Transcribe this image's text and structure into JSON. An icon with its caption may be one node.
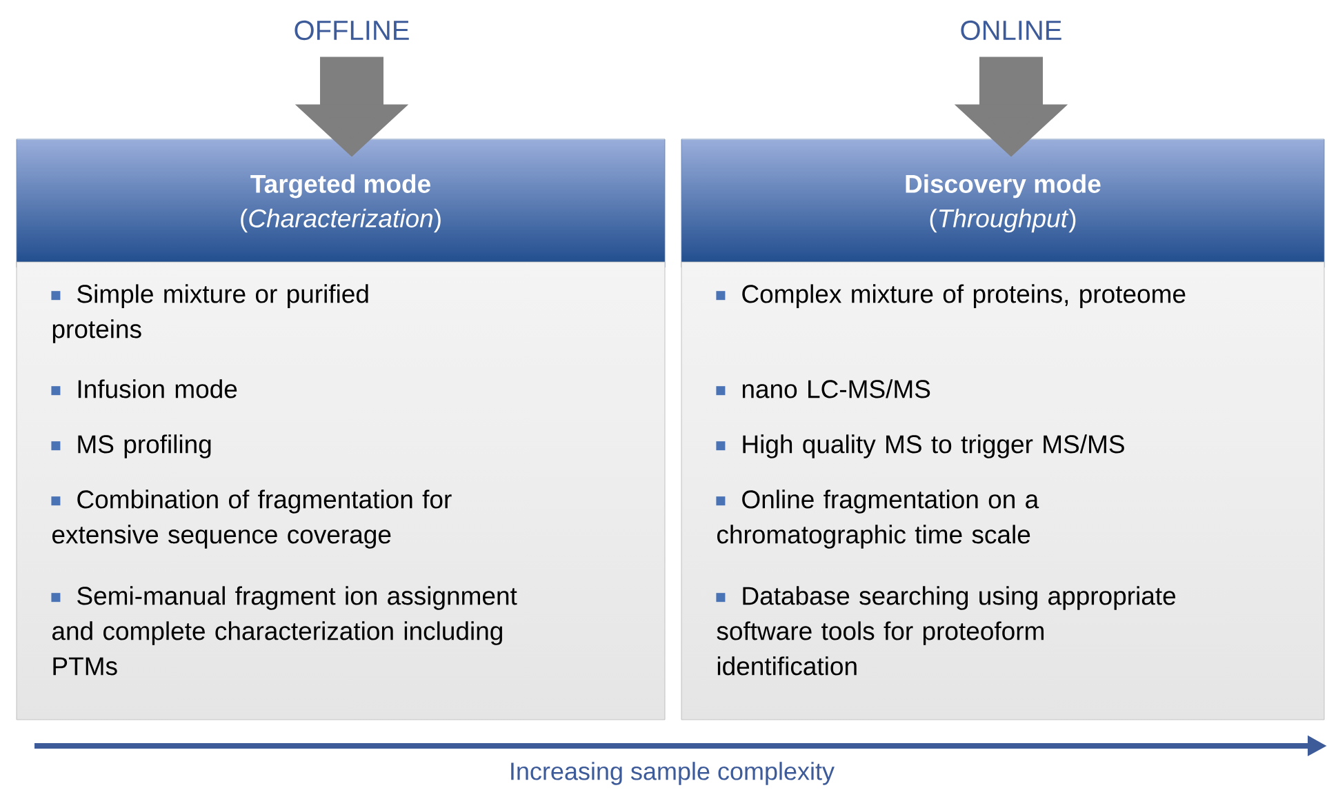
{
  "diagram": {
    "nodes": [
      {
        "text": [
          "OFFLINE"
        ]
      },
      {
        "text": [
          "Targeted mode",
          "(*Characterization*)"
        ]
      },
      {
        "text": [
          "Simple mixture or purified proteins",
          "Infusion mode",
          "MS profiling",
          "Combination of fragmentation for extensive sequence coverage",
          "Semi-manual fragment ion assignment and complete characterization including PTMs"
        ]
      },
      {
        "text": [
          "ONLINE"
        ]
      },
      {
        "text": [
          "Discovery mode",
          "(*Throughput*)"
        ]
      },
      {
        "text": [
          "Complex mixture of proteins, proteome",
          "nano LC-MS/MS",
          "High quality MS to trigger MS/MS",
          "Online fragmentation on a chromatographic time scale",
          "Database searching using appropriate software tools for proteoform identification"
        ]
      }
    ],
    "edges": [
      {
        "from": 0,
        "to": 1,
        "arrow": "to"
      },
      {
        "from": 3,
        "to": 4,
        "arrow": "to"
      }
    ],
    "labels": [
      "Increasing sample complexity"
    ]
  }
}
